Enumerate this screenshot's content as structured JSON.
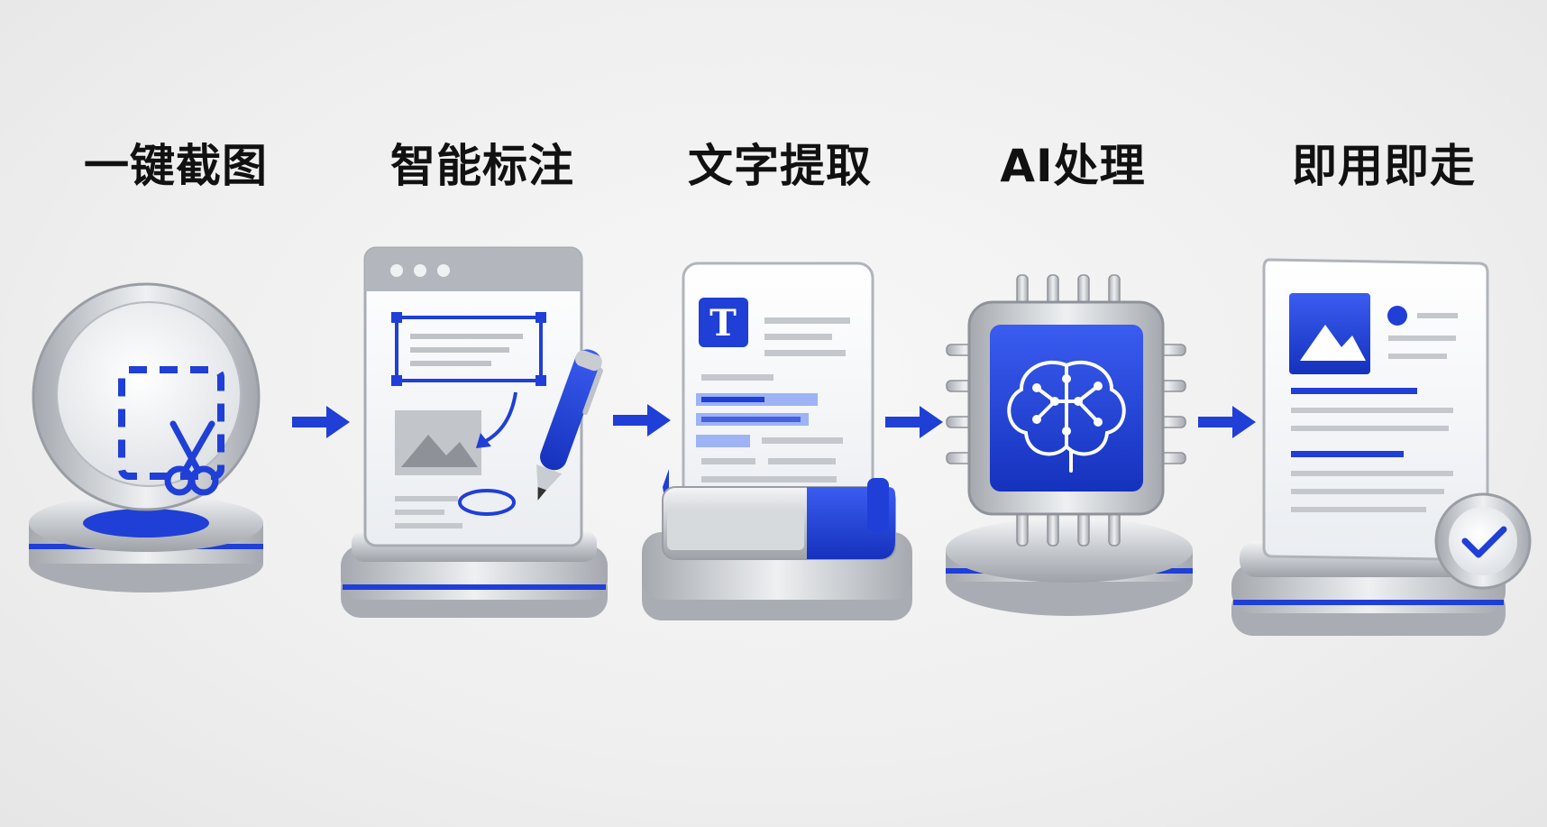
{
  "steps": [
    {
      "title": "一键截图",
      "icon": "scissors-selection-icon"
    },
    {
      "title": "智能标注",
      "icon": "annotation-window-icon"
    },
    {
      "title": "文字提取",
      "icon": "text-document-icon"
    },
    {
      "title": "AI处理",
      "icon": "ai-brain-chip-icon"
    },
    {
      "title": "即用即走",
      "icon": "document-check-icon"
    }
  ],
  "doc_glyph": "T",
  "colors": {
    "accent": "#1f3fd6",
    "silver": "#c9ccd1",
    "bg": "#efefef"
  }
}
